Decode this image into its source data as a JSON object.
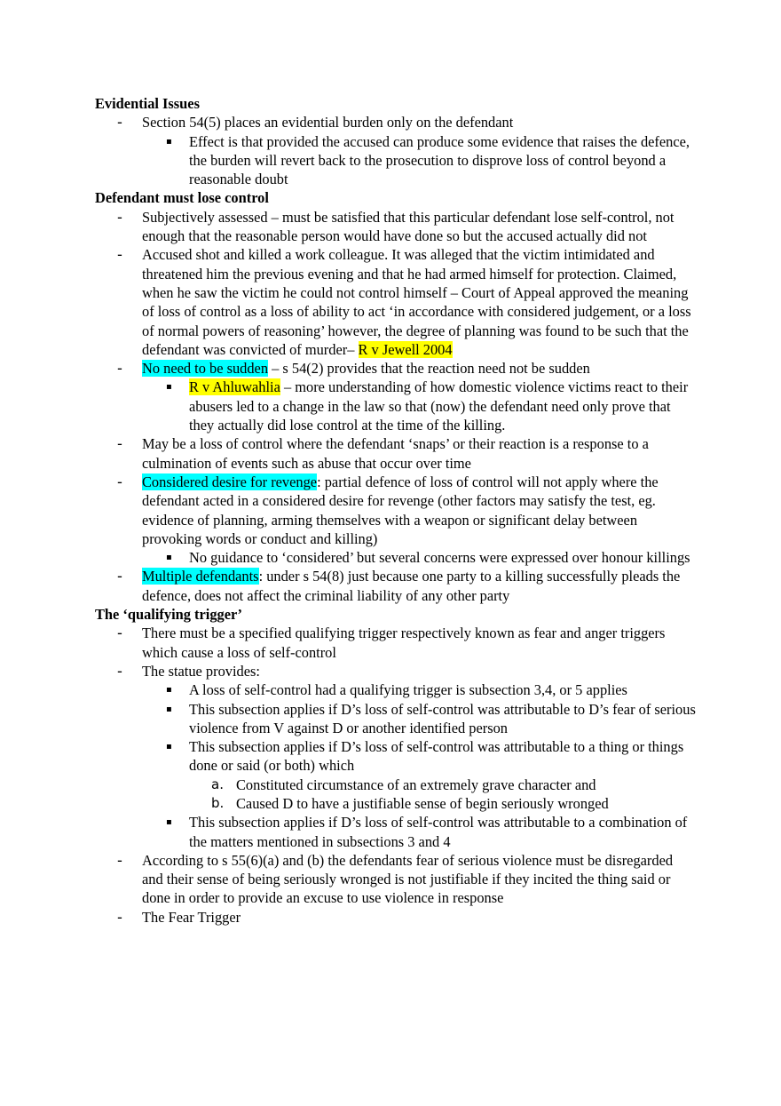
{
  "highlight_colors": {
    "yellow": "#ffff00",
    "cyan": "#00ffff"
  },
  "bullet_symbols": {
    "dash": "-",
    "square": "▪",
    "a": "a.",
    "b": "b."
  },
  "s1": {
    "heading": "Evidential Issues",
    "p1": "Section 54(5) places an evidential burden only on the defendant",
    "p1a": "Effect is that provided the accused can produce some evidence that raises the defence, the burden will revert back to the prosecution to disprove loss of control beyond a reasonable doubt"
  },
  "s2": {
    "heading": "Defendant must lose control",
    "p1": "Subjectively assessed – must be satisfied that this particular defendant lose self-control, not enough that the reasonable person would have done so but the accused actually did not",
    "p2_text": "Accused shot and killed a work colleague. It was alleged that the victim intimidated and threatened him the previous evening and that he had armed himself for protection. Claimed, when he saw the victim he could not control himself – Court of Appeal approved the meaning of loss of control as a loss of ability to act ‘in accordance with considered judgement, or a loss of normal powers of reasoning’ however, the degree of planning was found to be such that the defendant was convicted of murder– ",
    "p2_case": "R v Jewell 2004",
    "p3_hl": "No need to be sudden",
    "p3_text": " – s 54(2) provides that the reaction need not be sudden",
    "p3a_case": "R v Ahluwahlia",
    "p3a_text": " – more understanding of how domestic violence victims react to their abusers led to a change in the law so that (now) the defendant need only prove that they actually did lose control at the time of the killing.",
    "p4": "May be a loss of control where the defendant ‘snaps’ or their reaction is a response to a culmination of events such as abuse that occur over time",
    "p5_hl": "Considered desire for revenge",
    "p5_text": ": partial defence of loss of control will not apply where the defendant acted in a considered desire for revenge (other factors may satisfy the test, eg. evidence of planning, arming themselves with a weapon or significant delay between provoking words or conduct and killing)",
    "p5a": "No guidance to ‘considered’ but several concerns were expressed over honour killings",
    "p6_hl": "Multiple defendants",
    "p6_text": ": under s 54(8) just because one party to a killing successfully pleads the defence, does not affect the criminal liability of any other party"
  },
  "s3": {
    "heading": "The ‘qualifying trigger’",
    "p1": "There must be a specified qualifying trigger respectively known as fear and anger triggers which cause a loss of self-control",
    "p2": "The statue provides:",
    "p2a": "A loss of self-control had a qualifying trigger is subsection 3,4, or 5 applies",
    "p2b": "This subsection applies if D’s loss of self-control was attributable to D’s fear of serious violence from V against D or another identified person",
    "p2c": "This subsection applies if D’s loss of self-control was attributable to a thing or things done or said (or both) which",
    "p2c_a": "Constituted circumstance of an extremely grave character and",
    "p2c_b": "Caused D to have a justifiable sense of begin seriously wronged",
    "p2d": "This subsection applies if D’s loss of self-control was attributable to a combination of the matters mentioned in subsections 3 and 4",
    "p3": "According to s 55(6)(a) and (b) the defendants fear of serious violence must be disregarded and their sense of being seriously wronged is not justifiable if they incited the thing said or done in order to provide an excuse to use violence in response",
    "p4": "The Fear Trigger"
  }
}
